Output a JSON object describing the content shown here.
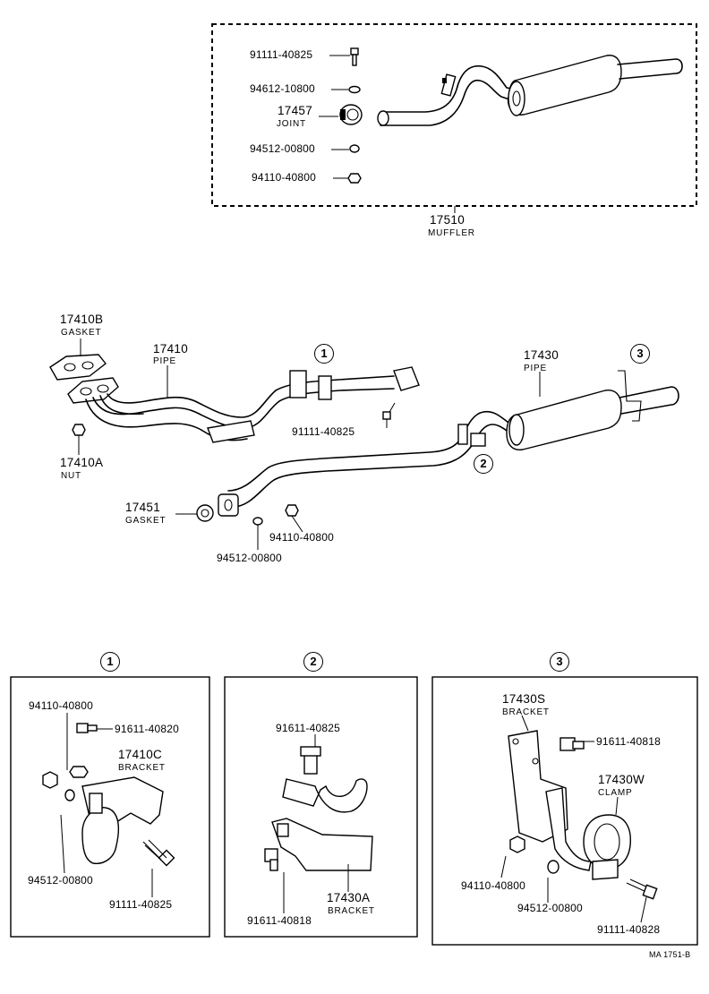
{
  "muffler_group": {
    "parts": [
      {
        "number": "91111-40825"
      },
      {
        "number": "94612-10800"
      },
      {
        "number": "17457",
        "name": "JOINT"
      },
      {
        "number": "94512-00800"
      },
      {
        "number": "94110-40800"
      }
    ],
    "assembly": {
      "number": "17510",
      "name": "MUFFLER"
    }
  },
  "main_assembly": {
    "gasket_top": {
      "number": "17410B",
      "name": "GASKET"
    },
    "pipe_front": {
      "number": "17410",
      "name": "PIPE"
    },
    "nut": {
      "number": "17410A",
      "name": "NUT"
    },
    "callout_1": "1",
    "callout_2": "2",
    "callout_3": "3",
    "bolt": {
      "number": "91111-40825"
    },
    "pipe_rear": {
      "number": "17430",
      "name": "PIPE"
    },
    "gasket_mid": {
      "number": "17451",
      "name": "GASKET"
    },
    "nut_b": {
      "number": "94110-40800"
    },
    "washer": {
      "number": "94512-00800"
    }
  },
  "detail_1": {
    "marker": "1",
    "parts": [
      {
        "number": "94110-40800"
      },
      {
        "number": "91611-40820"
      },
      {
        "number": "17410C",
        "name": "BRACKET"
      },
      {
        "number": "94512-00800"
      },
      {
        "number": "91111-40825"
      }
    ]
  },
  "detail_2": {
    "marker": "2",
    "parts": [
      {
        "number": "91611-40825"
      },
      {
        "number": "17430A",
        "name": "BRACKET"
      },
      {
        "number": "91611-40818"
      }
    ]
  },
  "detail_3": {
    "marker": "3",
    "parts": [
      {
        "number": "17430S",
        "name": "BRACKET"
      },
      {
        "number": "91611-40818"
      },
      {
        "number": "17430W",
        "name": "CLAMP"
      },
      {
        "number": "94110-40800"
      },
      {
        "number": "94512-00800"
      },
      {
        "number": "91111-40828"
      }
    ]
  },
  "footer": {
    "code": "MA 1751-B"
  }
}
